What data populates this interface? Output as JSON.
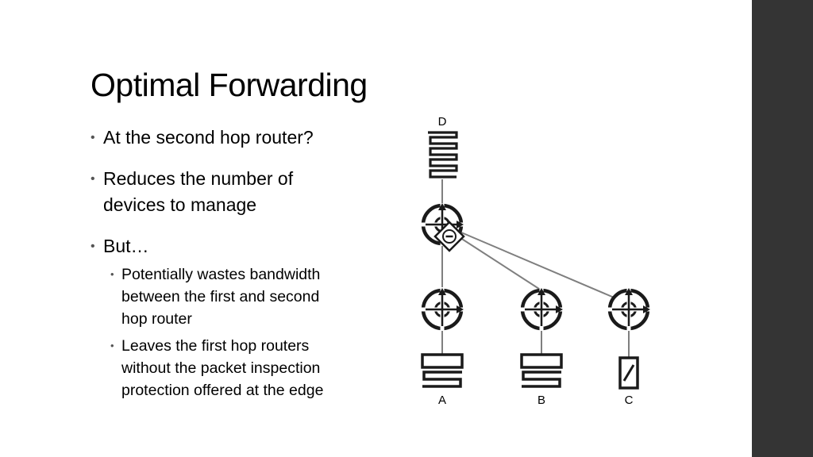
{
  "slide": {
    "title": "Optimal Forwarding",
    "bullets": [
      {
        "lines": [
          "At the second hop router?"
        ]
      },
      {
        "lines": [
          "Reduces the number of",
          "devices to manage"
        ]
      },
      {
        "lines": [
          "But…"
        ]
      }
    ],
    "sub_bullets": [
      {
        "lines": [
          "Potentially wastes bandwidth",
          "between the first and second",
          "hop router"
        ]
      },
      {
        "lines": [
          "Leaves the first hop routers",
          "without the packet inspection",
          "protection offered at the edge"
        ]
      }
    ],
    "bullet_glyph": "•"
  },
  "diagram": {
    "labels": {
      "d": "D",
      "a": "A",
      "b": "B",
      "c": "C"
    },
    "colors": {
      "line": "#7f7f7f",
      "icon": "#1a1a1a",
      "sidebar": "#343434"
    }
  }
}
